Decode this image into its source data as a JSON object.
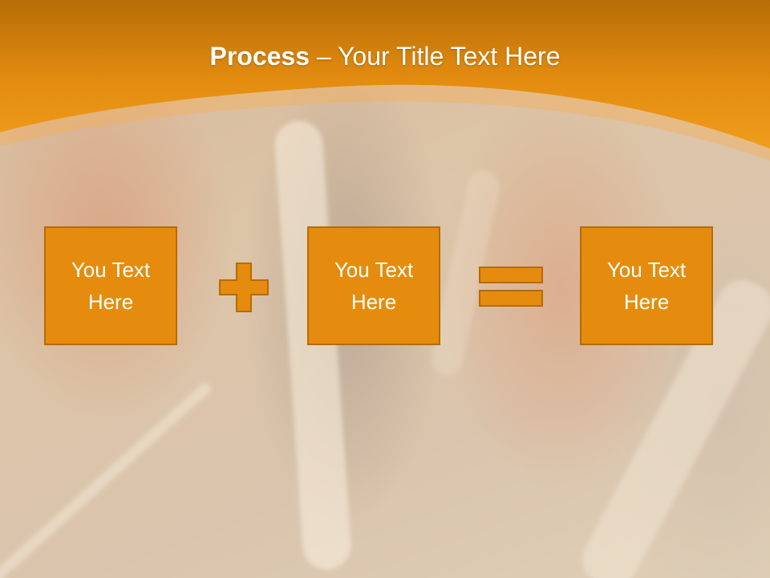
{
  "slide": {
    "title_bold": "Process",
    "title_rest": " – Your Title Text Here"
  },
  "process": {
    "boxes": [
      {
        "line1": "You Text",
        "line2": "Here"
      },
      {
        "line1": "You Text",
        "line2": "Here"
      },
      {
        "line1": "You Text",
        "line2": "Here"
      }
    ],
    "operator_1": "plus-icon",
    "operator_2": "equals-icon"
  },
  "colors": {
    "header_orange": "#e88f12",
    "box_fill": "#e58c0e",
    "box_border": "#b86a07",
    "text": "#ffffff"
  }
}
